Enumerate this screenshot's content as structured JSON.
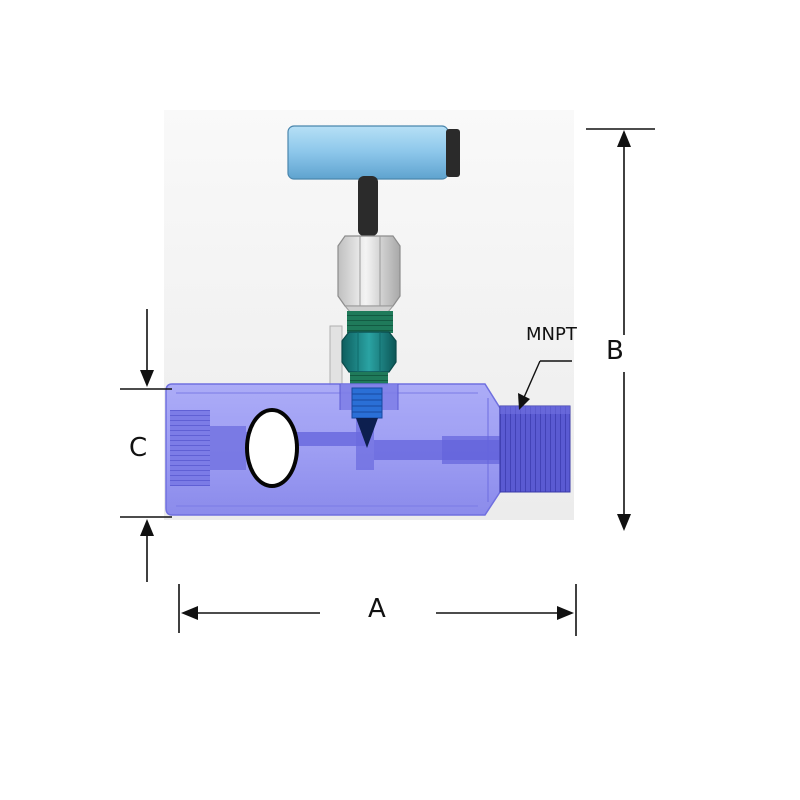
{
  "diagram": {
    "dimensions": {
      "a": "A",
      "b": "B",
      "c": "C"
    },
    "callout": {
      "thread": "MNPT"
    }
  },
  "colors": {
    "body": "#8d8df2",
    "body_dark": "#5a5ad6",
    "handle": "#8fc8ea",
    "packing_nut": "#e4e4e4",
    "bonnet_nut": "#1f8a8a",
    "stem_tip": "#2a6fd6",
    "dimension_lines": "#111111"
  },
  "icons": {
    "valve": "needle-valve-icon",
    "port": "side-port-icon"
  }
}
